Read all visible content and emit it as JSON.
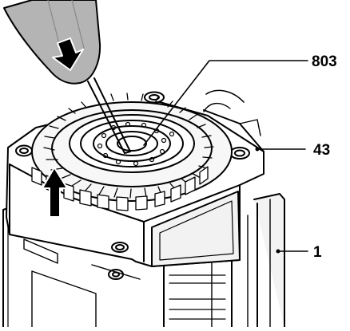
{
  "figure": {
    "callouts": [
      {
        "id": "803",
        "label": "803"
      },
      {
        "id": "43",
        "label": "43"
      },
      {
        "id": "1",
        "label": "1"
      }
    ],
    "colors": {
      "line": "#000000",
      "part_face": "#ffffff",
      "part_shade": "#e9e9e9",
      "tool_handle": "#b4b4b4",
      "arrow": "#000000"
    },
    "icons": [
      "screwdriver",
      "arrow-down",
      "arrow-up"
    ]
  }
}
